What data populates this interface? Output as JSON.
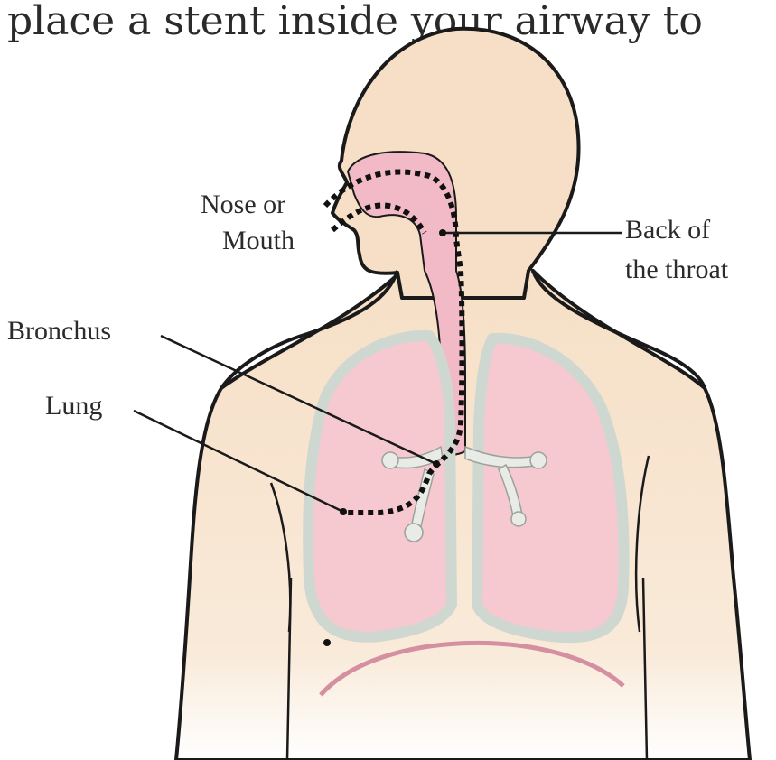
{
  "caption": "place a stent inside your airway to",
  "labels": {
    "nose_line1": "Nose or",
    "nose_line2": "Mouth",
    "throat_line1": "Back of",
    "throat_line2": "the throat",
    "bronchus": "Bronchus",
    "lung": "Lung"
  },
  "colors": {
    "skin": "#f6dfc6",
    "lung": "#f6c8d0",
    "airway": "#f2b9c6",
    "outline": "#1a1a1a"
  }
}
